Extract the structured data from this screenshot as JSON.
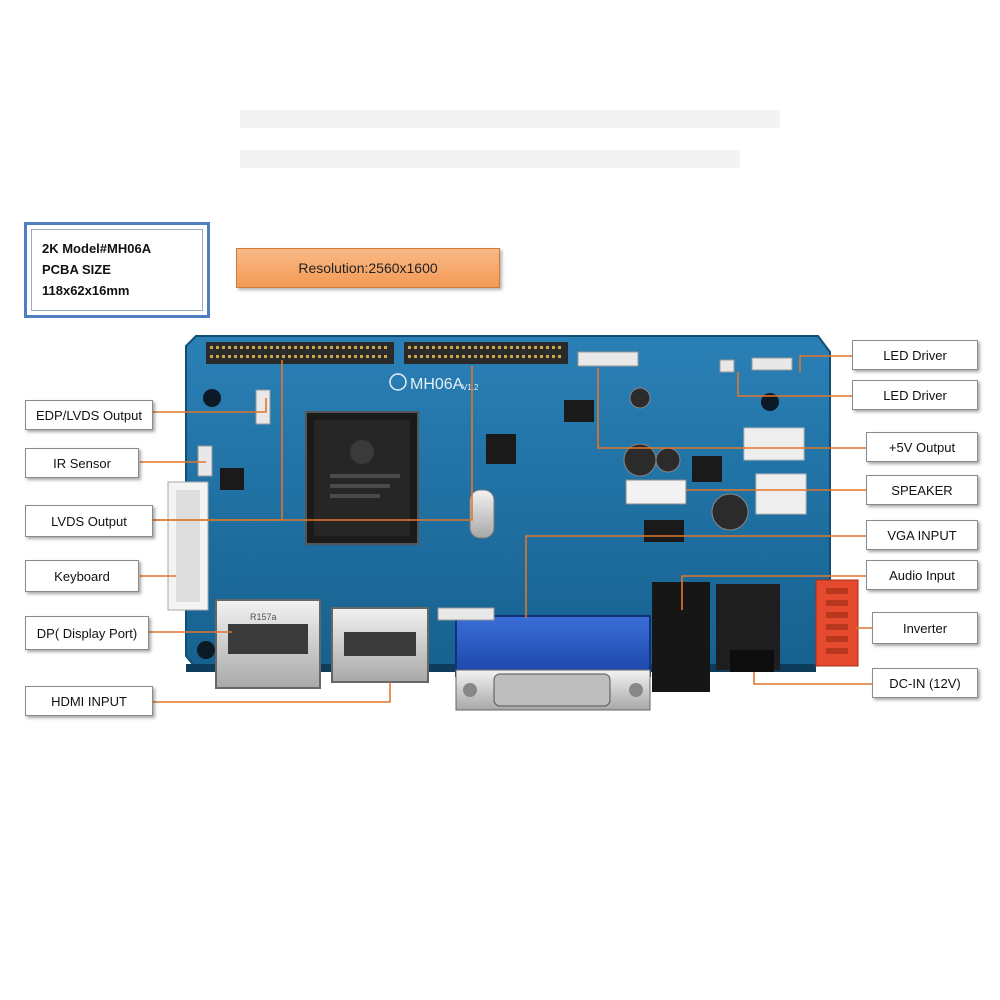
{
  "model_info": {
    "line1": "2K Model#MH06A",
    "line2": "PCBA SIZE",
    "line3": "118x62x16mm"
  },
  "resolution_banner": "Resolution:2560x1600",
  "board": {
    "silkscreen_label": "MH06A",
    "silkscreen_version": "V1.2",
    "hdmi_marking": "R157a",
    "colors": {
      "pcb": "#1d6fa3",
      "pcb_edge": "#155a86",
      "leader": "#e2762a",
      "banner": "#f39a56",
      "frame": "#4f7fc0"
    }
  },
  "left_labels": [
    {
      "id": "edp-lvds-output",
      "text": "EDP/LVDS Output"
    },
    {
      "id": "ir-sensor",
      "text": "IR Sensor"
    },
    {
      "id": "lvds-output",
      "text": "LVDS Output"
    },
    {
      "id": "keyboard",
      "text": "Keyboard"
    },
    {
      "id": "dp-display-port",
      "text": "DP( Display Port)"
    },
    {
      "id": "hdmi-input",
      "text": "HDMI INPUT"
    }
  ],
  "right_labels": [
    {
      "id": "led-driver-1",
      "text": "LED Driver"
    },
    {
      "id": "led-driver-2",
      "text": "LED Driver"
    },
    {
      "id": "5v-output",
      "text": "+5V Output"
    },
    {
      "id": "speaker",
      "text": "SPEAKER"
    },
    {
      "id": "vga-input",
      "text": "VGA INPUT"
    },
    {
      "id": "audio-input",
      "text": "Audio Input"
    },
    {
      "id": "inverter",
      "text": "Inverter"
    },
    {
      "id": "dc-in",
      "text": "DC-IN (12V)"
    }
  ]
}
